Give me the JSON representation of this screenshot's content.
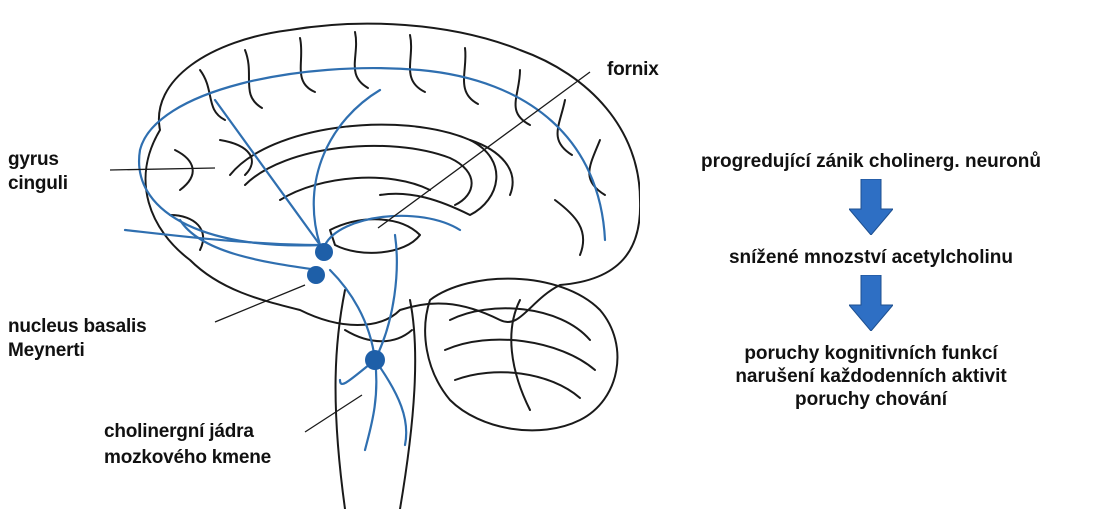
{
  "labels": {
    "gyrus_line1": "gyrus",
    "gyrus_line2": "cinguli",
    "fornix": "fornix",
    "nucleus_line1": "nucleus basalis",
    "nucleus_line2": "Meynerti",
    "brainstem_line1": "cholinergní jádra",
    "brainstem_line2": "mozkového kmene"
  },
  "flow": {
    "step1": "progredující zánik cholinerg. neuronů",
    "step2": "snížené mnozství acetylcholinu",
    "step3_line1": "poruchy kognitivních funkcí",
    "step3_line2": "narušení každodenních aktivit",
    "step3_line3": "poruchy chování"
  },
  "colors": {
    "pathway": "#2f6fb0",
    "nucleus": "#1e5fa8",
    "arrow_fill": "#2e6fc4",
    "outline": "#1a1a1a"
  }
}
